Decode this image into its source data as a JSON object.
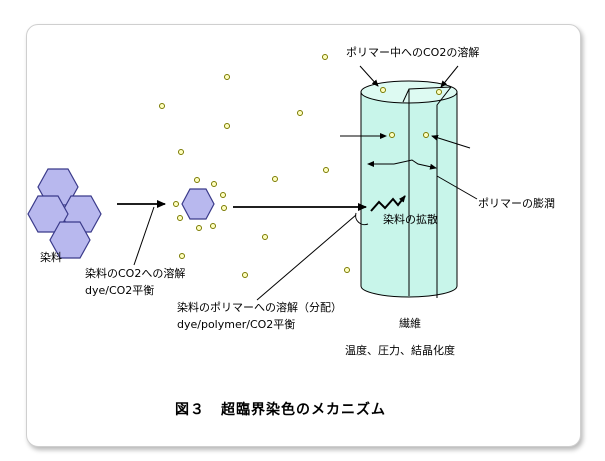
{
  "labels": {
    "dye": "染料",
    "dye_dissolve_co2": "染料のCO2への溶解",
    "dye_co2_equilibrium": "dye/CO2平衡",
    "dye_dissolve_polymer": "染料のポリマーへの溶解（分配）",
    "dye_polymer_co2_equilibrium": "dye/polymer/CO2平衡",
    "co2_in_polymer": "ポリマー中へのCO2の溶解",
    "polymer_swelling": "ポリマーの膨潤",
    "dye_diffusion": "染料の拡散",
    "fiber": "繊維",
    "conditions": "温度、圧力、結晶化度"
  },
  "caption": {
    "number": "図３",
    "title": "超臨界染色のメカニズム"
  },
  "colors": {
    "hexagon_fill": "#b8b8ee",
    "hexagon_stroke": "#3a3a8a",
    "particle_fill": "#ffffc0",
    "particle_stroke": "#7a7a00",
    "cylinder_fill": "#c8f5ea",
    "cylinder_top": "#ddfaf2",
    "cylinder_stroke": "#000000",
    "frame_border": "#cfcfcf"
  }
}
